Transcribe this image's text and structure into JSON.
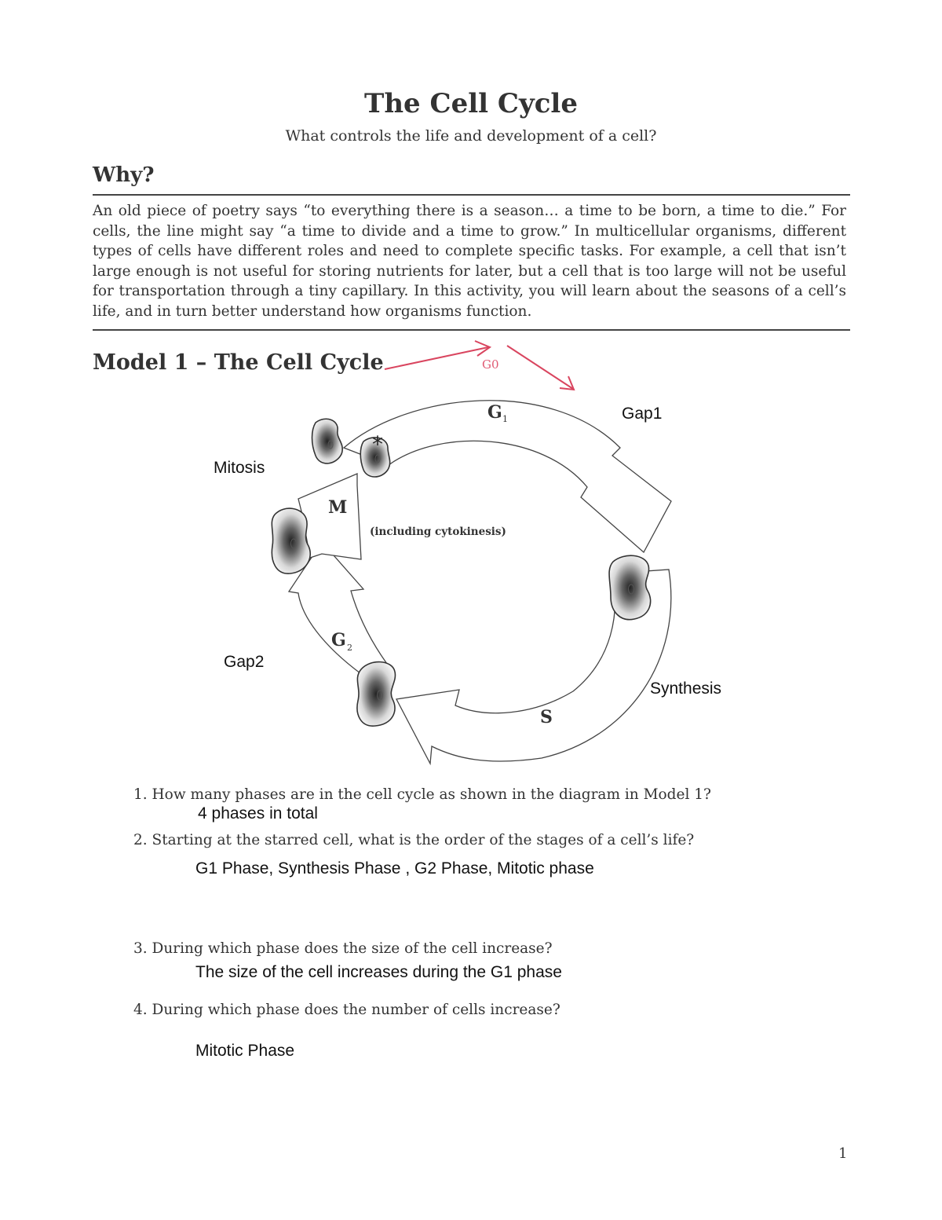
{
  "header": {
    "title": "The Cell Cycle",
    "subtitle": "What controls the life and development of a cell?"
  },
  "why": {
    "heading": "Why?",
    "body": "An old piece of poetry says “to everything there is a season… a time to be born, a time to die.” For cells, the line might say “a time to divide and a time to grow.” In multicellular organisms, different types of cells have different roles and need to complete specific tasks. For example, a cell that isn’t large enough is not useful for storing nutrients for later, but a cell that is too large will not be useful for transportation through a tiny capillary. In this activity, you will learn about the seasons of a cell’s life, and in turn better understand how organisms function."
  },
  "model1": {
    "heading": "Model 1 – The Cell Cycle",
    "diagram": {
      "g0_label": "G0",
      "g1_label": "G",
      "g1_sub": "1",
      "g2_label": "G",
      "g2_sub": "2",
      "s_label": "S",
      "m_label": "M",
      "m_note": "(including cytokinesis)",
      "star": "*",
      "annot_gap1": "Gap1",
      "annot_mitosis": "Mitosis",
      "annot_gap2": "Gap2",
      "annot_synthesis": "Synthesis",
      "accent_red": "#d9455f"
    }
  },
  "questions": [
    {
      "num": "1.",
      "text": "How many phases are in the cell cycle as shown in the diagram in Model 1?",
      "answer": "4 phases in total"
    },
    {
      "num": "2.",
      "text": "Starting at the starred cell, what is the order of the stages of a cell’s life?",
      "answer": "G1 Phase, Synthesis Phase , G2 Phase, Mitotic phase"
    },
    {
      "num": "3.",
      "text": "During which phase does the size of the cell increase?",
      "answer": "The size of the cell increases during the G1 phase"
    },
    {
      "num": "4.",
      "text": "During which phase does the number of cells increase?",
      "answer": "Mitotic Phase"
    }
  ],
  "footer": {
    "page_number": "1"
  }
}
